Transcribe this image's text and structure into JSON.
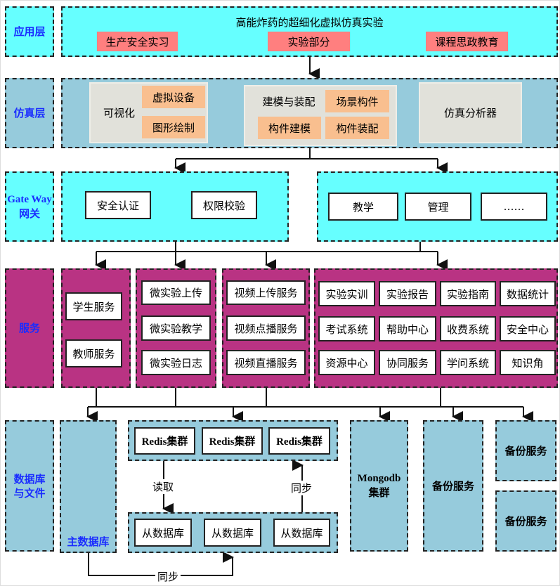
{
  "layers": {
    "app": "应用层",
    "sim": "仿真层",
    "gateway_en": "Gate Way",
    "gateway_cn": "网关",
    "service": "服务",
    "db": "数据库与文件"
  },
  "app": {
    "title": "高能炸药的超细化虚拟仿真实验",
    "items": [
      "生产安全实习",
      "实验部分",
      "课程思政教育"
    ]
  },
  "sim": {
    "visual": "可视化",
    "visual_items": [
      "虚拟设备",
      "图形绘制"
    ],
    "model": "建模与装配",
    "model_items": [
      "场景构件",
      "构件建模",
      "构件装配"
    ],
    "analyzer": "仿真分析器"
  },
  "gateway": {
    "left": [
      "安全认证",
      "权限校验"
    ],
    "right": [
      "教学",
      "管理",
      "……"
    ]
  },
  "services": {
    "g1": [
      "学生服务",
      "教师服务"
    ],
    "g2": [
      "微实验上传",
      "微实验教学",
      "微实验日志"
    ],
    "g3": [
      "视频上传服务",
      "视频点播服务",
      "视频直播服务"
    ],
    "g4": [
      "实验实训",
      "实验报告",
      "实验指南",
      "数据统计",
      "考试系统",
      "帮助中心",
      "收费系统",
      "安全中心",
      "资源中心",
      "协同服务",
      "学问系统",
      "知识角"
    ]
  },
  "db": {
    "master": "主数据库",
    "redis": [
      "Redis集群",
      "Redis集群",
      "Redis集群"
    ],
    "slaves": [
      "从数据库",
      "从数据库",
      "从数据库"
    ],
    "read": "读取",
    "sync_up": "同步",
    "sync_bottom": "同步",
    "mongodb": "Mongodb集群",
    "backup": [
      "备份服务",
      "备份服务",
      "备份服务"
    ]
  }
}
